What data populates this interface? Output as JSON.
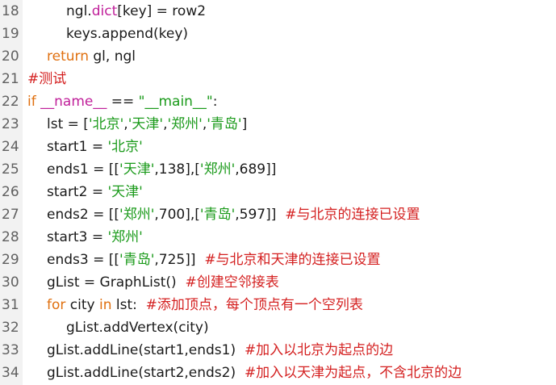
{
  "colors": {
    "plain": "#1a1a1a",
    "keyword": "#e07010",
    "string": "#1a9a1a",
    "comment": "#d42020",
    "builtin": "#c0209a",
    "gutter_bg": "#f2f2f2",
    "line_number": "#606060"
  },
  "lines": [
    {
      "num": "18",
      "indent": 2,
      "tokens": [
        {
          "t": "ngl.",
          "c": "plain"
        },
        {
          "t": "dict",
          "c": "bi"
        },
        {
          "t": "[key] = row2",
          "c": "plain"
        }
      ]
    },
    {
      "num": "19",
      "indent": 2,
      "tokens": [
        {
          "t": "keys.append(key)",
          "c": "plain"
        }
      ]
    },
    {
      "num": "20",
      "indent": 1,
      "tokens": [
        {
          "t": "return",
          "c": "kw"
        },
        {
          "t": " gl, ngl",
          "c": "plain"
        }
      ]
    },
    {
      "num": "21",
      "indent": 0,
      "tokens": [
        {
          "t": "#测试",
          "c": "com"
        }
      ]
    },
    {
      "num": "22",
      "indent": 0,
      "tokens": [
        {
          "t": "if",
          "c": "kw"
        },
        {
          "t": " ",
          "c": "plain"
        },
        {
          "t": "__name__",
          "c": "bi"
        },
        {
          "t": " == ",
          "c": "plain"
        },
        {
          "t": "\"__main__\"",
          "c": "str"
        },
        {
          "t": ":",
          "c": "plain"
        }
      ]
    },
    {
      "num": "23",
      "indent": 1,
      "tokens": [
        {
          "t": "lst = [",
          "c": "plain"
        },
        {
          "t": "'北京'",
          "c": "str"
        },
        {
          "t": ",",
          "c": "plain"
        },
        {
          "t": "'天津'",
          "c": "str"
        },
        {
          "t": ",",
          "c": "plain"
        },
        {
          "t": "'郑州'",
          "c": "str"
        },
        {
          "t": ",",
          "c": "plain"
        },
        {
          "t": "'青岛'",
          "c": "str"
        },
        {
          "t": "]",
          "c": "plain"
        }
      ]
    },
    {
      "num": "24",
      "indent": 1,
      "tokens": [
        {
          "t": "start1 = ",
          "c": "plain"
        },
        {
          "t": "'北京'",
          "c": "str"
        }
      ]
    },
    {
      "num": "25",
      "indent": 1,
      "tokens": [
        {
          "t": "ends1 = [[",
          "c": "plain"
        },
        {
          "t": "'天津'",
          "c": "str"
        },
        {
          "t": ",138],[",
          "c": "plain"
        },
        {
          "t": "'郑州'",
          "c": "str"
        },
        {
          "t": ",689]]",
          "c": "plain"
        }
      ]
    },
    {
      "num": "26",
      "indent": 1,
      "tokens": [
        {
          "t": "start2 = ",
          "c": "plain"
        },
        {
          "t": "'天津'",
          "c": "str"
        }
      ]
    },
    {
      "num": "27",
      "indent": 1,
      "tokens": [
        {
          "t": "ends2 = [[",
          "c": "plain"
        },
        {
          "t": "'郑州'",
          "c": "str"
        },
        {
          "t": ",700],[",
          "c": "plain"
        },
        {
          "t": "'青岛'",
          "c": "str"
        },
        {
          "t": ",597]]  ",
          "c": "plain"
        },
        {
          "t": "#与北京的连接已设置",
          "c": "com"
        }
      ]
    },
    {
      "num": "28",
      "indent": 1,
      "tokens": [
        {
          "t": "start3 = ",
          "c": "plain"
        },
        {
          "t": "'郑州'",
          "c": "str"
        }
      ]
    },
    {
      "num": "29",
      "indent": 1,
      "tokens": [
        {
          "t": "ends3 = [[",
          "c": "plain"
        },
        {
          "t": "'青岛'",
          "c": "str"
        },
        {
          "t": ",725]]  ",
          "c": "plain"
        },
        {
          "t": "#与北京和天津的连接已设置",
          "c": "com"
        }
      ]
    },
    {
      "num": "30",
      "indent": 1,
      "tokens": [
        {
          "t": "gList = GraphList()  ",
          "c": "plain"
        },
        {
          "t": "#创建空邻接表",
          "c": "com"
        }
      ]
    },
    {
      "num": "31",
      "indent": 1,
      "tokens": [
        {
          "t": "for",
          "c": "kw"
        },
        {
          "t": " city ",
          "c": "plain"
        },
        {
          "t": "in",
          "c": "kw"
        },
        {
          "t": " lst:  ",
          "c": "plain"
        },
        {
          "t": "#添加顶点，每个顶点有一个空列表",
          "c": "com"
        }
      ]
    },
    {
      "num": "32",
      "indent": 2,
      "tokens": [
        {
          "t": "gList.addVertex(city)",
          "c": "plain"
        }
      ]
    },
    {
      "num": "33",
      "indent": 1,
      "tokens": [
        {
          "t": "gList.addLine(start1,ends1)  ",
          "c": "plain"
        },
        {
          "t": "#加入以北京为起点的边",
          "c": "com"
        }
      ]
    },
    {
      "num": "34",
      "indent": 1,
      "tokens": [
        {
          "t": "gList.addLine(start2,ends2)  ",
          "c": "plain"
        },
        {
          "t": "#加入以天津为起点，不含北京的边",
          "c": "com"
        }
      ]
    }
  ]
}
